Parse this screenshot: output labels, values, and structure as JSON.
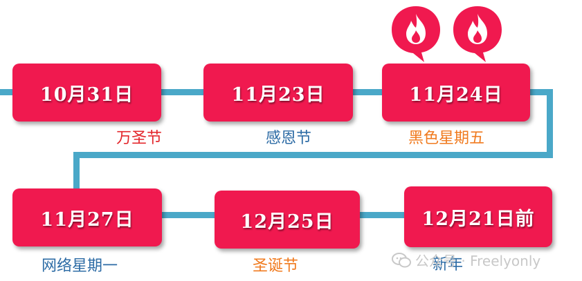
{
  "colors": {
    "box": "#f0194f",
    "connector": "#4aa8c8",
    "red_label": "#e3262b",
    "blue_label": "#2c6ba5",
    "orange_label": "#f07a1e"
  },
  "row1": [
    {
      "date": "10月31日",
      "label": "万圣节",
      "label_color": "red"
    },
    {
      "date": "11月23日",
      "label": "感恩节",
      "label_color": "blue"
    },
    {
      "date": "11月24日",
      "label": "黑色星期五",
      "label_color": "orange",
      "hot": true
    }
  ],
  "row2": [
    {
      "date": "11月27日",
      "label": "网络星期一",
      "label_color": "blue"
    },
    {
      "date": "12月25日",
      "label": "圣诞节",
      "label_color": "orange"
    },
    {
      "date": "12月21日前",
      "label": "新年",
      "label_color": "blue"
    }
  ],
  "icons": [
    "fire-icon",
    "fire-icon"
  ],
  "watermark": {
    "text": "公众号 · Freelyonly",
    "icon": "wechat-icon"
  }
}
